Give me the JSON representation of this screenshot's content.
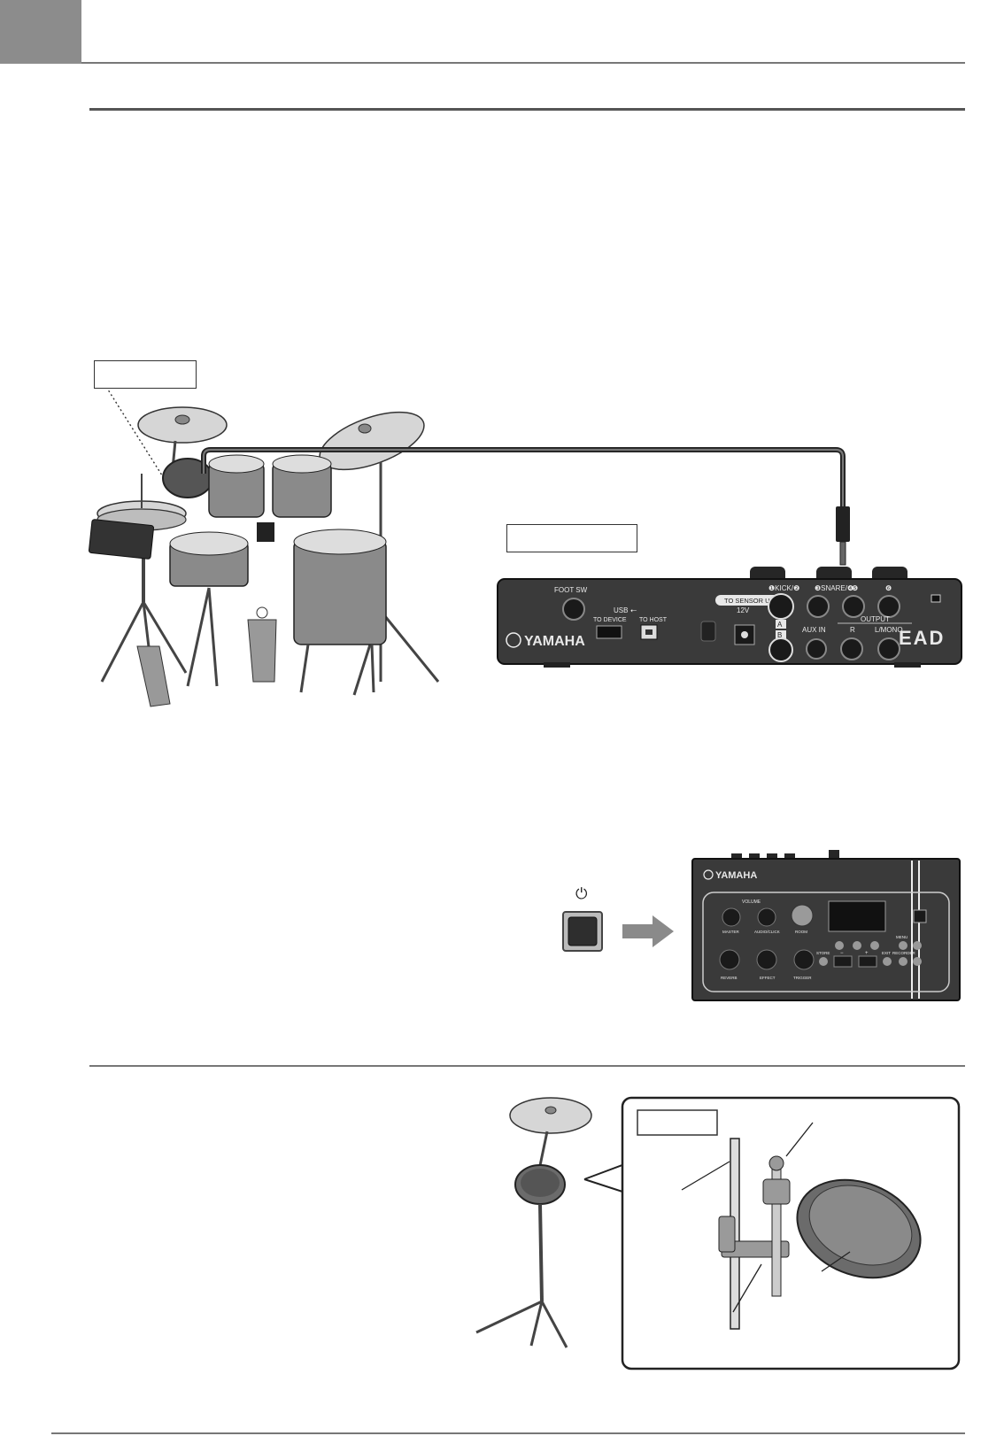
{
  "rear_panel": {
    "brand": "YAMAHA",
    "logo": "EAD",
    "labels": {
      "foot_sw": "FOOT SW",
      "usb": "USB",
      "to_device": "TO DEVICE",
      "to_host": "TO HOST",
      "dc_in": "12V",
      "to_sensor_unit": "TO SENSOR UNIT",
      "kick": "❶KICK/❷",
      "snare": "❸SNARE/❹",
      "in5": "❺",
      "in6": "❻",
      "a": "A",
      "b": "B",
      "aux_in": "AUX IN",
      "output": "OUTPUT",
      "out_r": "R",
      "out_l": "L/MONO"
    }
  },
  "front_panel": {
    "brand": "YAMAHA",
    "power_symbol": "⏻",
    "labels": {
      "volume": "VOLUME",
      "master": "MASTER",
      "audio_click": "AUDIO/CLICK",
      "room": "ROOM",
      "reverb": "REVERB",
      "effect": "EFFECT",
      "trigger": "TRIGGER",
      "store": "STORE",
      "exit": "EXIT",
      "recorder": "RECORDER",
      "menu": "MENU",
      "minus": "−",
      "plus": "+"
    }
  },
  "colors": {
    "panel": "#3a3a3a",
    "panel_dark": "#262626",
    "metal": "#9a9a9a",
    "drum_shell": "#8a8a8a",
    "cymbal": "#d6d6d6",
    "arrow": "#8a8a8a",
    "rule": "#777777"
  },
  "icons": {
    "power": "power-icon",
    "arrow": "arrow-right-icon",
    "usb": "usb-icon"
  }
}
